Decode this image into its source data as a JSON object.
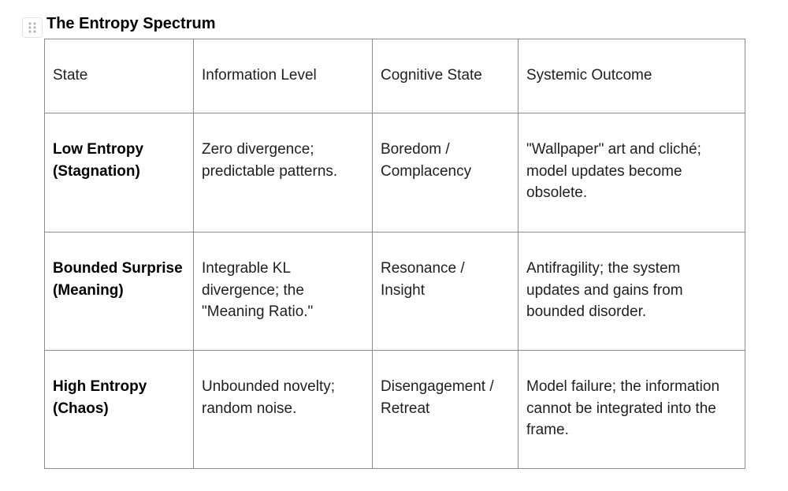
{
  "document": {
    "title": "The Entropy Spectrum"
  },
  "table": {
    "headers": [
      "State",
      "Information Level",
      "Cognitive State",
      "Systemic Outcome"
    ],
    "rows": [
      {
        "state": "Low Entropy (Stagnation)",
        "information_level": "Zero divergence; predictable patterns.",
        "cognitive_state": "Boredom / Complacency",
        "systemic_outcome": "\"Wallpaper\" art and cliché; model updates become obsolete."
      },
      {
        "state": "Bounded Surprise (Meaning)",
        "information_level": "Integrable KL divergence; the \"Meaning Ratio.\"",
        "cognitive_state": "Resonance / Insight",
        "systemic_outcome": "Antifragility; the system updates and gains from bounded disorder."
      },
      {
        "state": "High Entropy (Chaos)",
        "information_level": "Unbounded novelty; random noise.",
        "cognitive_state": "Disengagement / Retreat",
        "systemic_outcome": "Model failure; the information cannot be integrated into the frame."
      }
    ]
  },
  "icons": {
    "table_handle": "drag-handle-icon"
  }
}
